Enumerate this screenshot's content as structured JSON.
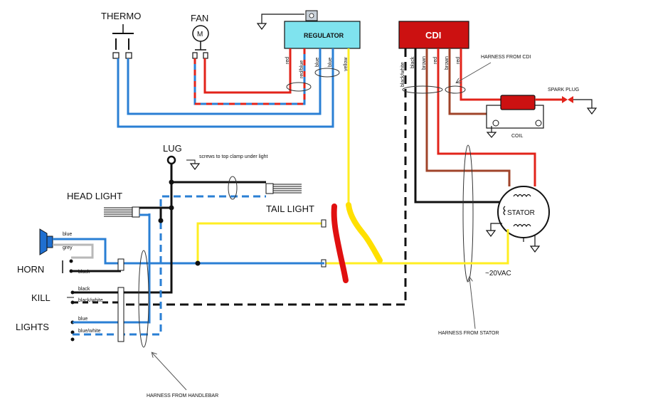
{
  "labels": {
    "thermo": "THERMO",
    "fan": "FAN",
    "fan_motor": "M",
    "regulator": "REGULATOR",
    "cdi": "CDI",
    "harness_from_cdi": "HARNESS FROM CDI",
    "spark_plug": "SPARK PLUG",
    "coil": "COIL",
    "lug": "LUG",
    "lug_note": "screws to top clamp under light",
    "head_light": "HEAD LIGHT",
    "tail_light": "TAIL LIGHT",
    "horn": "HORN",
    "kill": "KILL",
    "lights": "LIGHTS",
    "stator": "STATOR",
    "vac": "~20VAC",
    "harness_from_stator": "HARNESS FROM STATOR",
    "harness_from_handlebar": "HARNESS FROM HANDLEBAR"
  },
  "wire_labels": {
    "reg_red": "red",
    "reg_redblue": "red/blue",
    "reg_blue1": "blue",
    "reg_blue2": "blue",
    "reg_yellow": "yellow",
    "cdi_blackwhite": "black/white",
    "cdi_black": "black",
    "cdi_brown1": "brown",
    "cdi_red1": "red",
    "cdi_brown2": "brown",
    "cdi_red2": "red",
    "horn_blue": "blue",
    "horn_grey": "grey",
    "horn_black": "black",
    "kill_black": "black",
    "kill_blackwhite": "black/white",
    "lights_blue": "blue",
    "lights_bluewhite": "blue/white"
  },
  "colors": {
    "wire_blue": "#2a7fd4",
    "wire_red": "#e2231a",
    "wire_brown": "#a0442a",
    "wire_yellow": "#ffee22",
    "wire_black": "#111111",
    "wire_grey": "#b8b8b8",
    "regulator_fill": "#7fe3ee",
    "cdi_fill": "#cc1111",
    "coil_fill": "#cc1111",
    "horn_fill": "#1f6fd0",
    "markup_red": "#e01010",
    "markup_yellow": "#ffe000"
  }
}
